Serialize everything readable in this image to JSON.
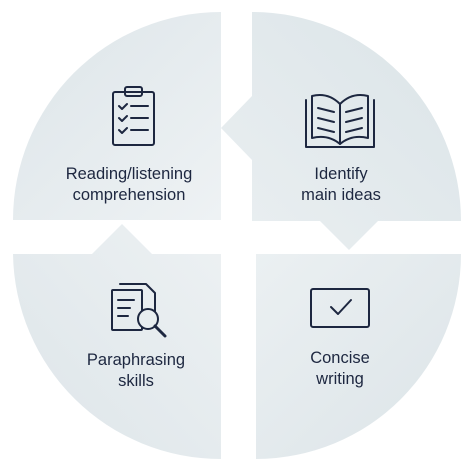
{
  "colors": {
    "segment_fill": "#e5ebee",
    "icon_stroke": "#1d2740",
    "text": "#1d2740"
  },
  "segments": [
    {
      "id": "top-left",
      "icon": "clipboard-checklist-icon",
      "lines": [
        "Reading/listening",
        "comprehension"
      ]
    },
    {
      "id": "top-right",
      "icon": "open-book-icon",
      "lines": [
        "Identify",
        "main ideas"
      ]
    },
    {
      "id": "bottom-right",
      "icon": "monitor-checkmark-icon",
      "lines": [
        "Concise",
        "writing"
      ]
    },
    {
      "id": "bottom-left",
      "icon": "document-magnifier-icon",
      "lines": [
        "Paraphrasing",
        "skills"
      ]
    }
  ]
}
